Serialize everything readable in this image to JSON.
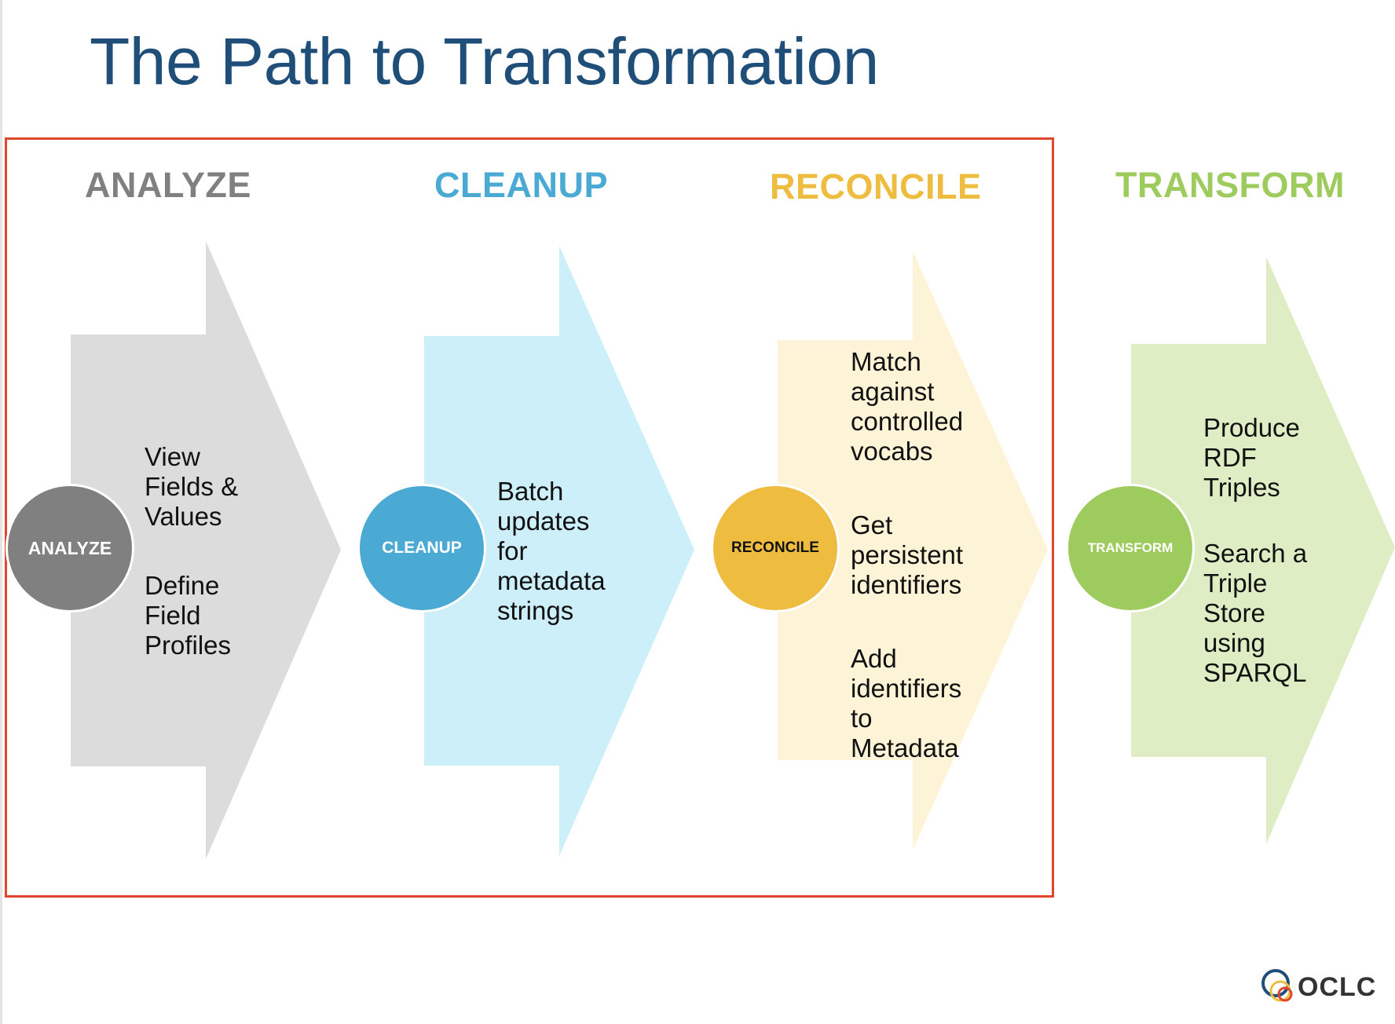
{
  "title": "The Path to Transformation",
  "colors": {
    "title": "#1f4e79",
    "highlight_border": "#e0462b",
    "analyze": "#808080",
    "cleanup": "#4aaad4",
    "reconcile": "#eebd3f",
    "transform": "#9ecb5d"
  },
  "steps": [
    {
      "heading": "ANALYZE",
      "circle_label": "ANALYZE",
      "items": [
        "View\nFields &\nValues",
        "Define\nField\nProfiles"
      ]
    },
    {
      "heading": "CLEANUP",
      "circle_label": "CLEANUP",
      "items": [
        "Batch\nupdates\nfor\nmetadata\nstrings"
      ]
    },
    {
      "heading": "RECONCILE",
      "circle_label": "RECONCILE",
      "items": [
        "Match\nagainst\ncontrolled\nvocabs",
        "Get\npersistent\nidentifiers",
        "Add\nidentifiers\nto\nMetadata"
      ]
    },
    {
      "heading": "TRANSFORM",
      "circle_label": "TRANSFORM",
      "items": [
        "Produce\nRDF\nTriples",
        "Search a\nTriple\nStore\nusing\nSPARQL"
      ]
    }
  ],
  "logo": {
    "text": "OCLC",
    "icon": "oclc-rings-icon"
  }
}
